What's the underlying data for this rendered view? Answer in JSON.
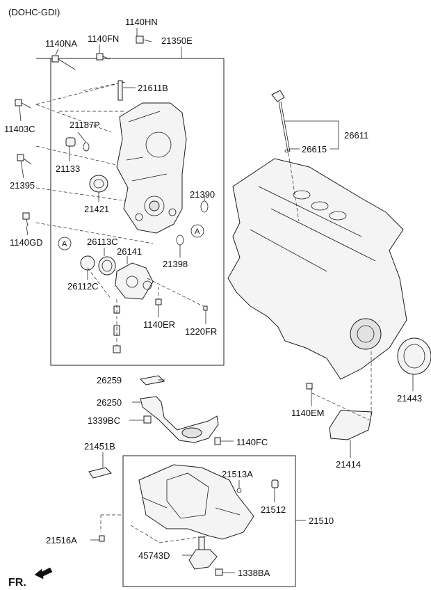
{
  "header": {
    "variant": "(DOHC-GDI)",
    "direction": "FR."
  },
  "labels": {
    "l1140HN": "1140HN",
    "l1140NA": "1140NA",
    "l1140FN": "1140FN",
    "l21350E": "21350E",
    "l21611B": "21611B",
    "l11403C": "11403C",
    "l21187P": "21187P",
    "l21133": "21133",
    "l21395": "21395",
    "l21421": "21421",
    "l21390": "21390",
    "l1140GD": "1140GD",
    "l26113C": "26113C",
    "l26141": "26141",
    "l21398": "21398",
    "l26112C": "26112C",
    "l1140ER": "1140ER",
    "l1220FR": "1220FR",
    "l26611": "26611",
    "l26615": "26615",
    "l26259": "26259",
    "l26250": "26250",
    "l1339BC": "1339BC",
    "l1140FC": "1140FC",
    "l21443": "21443",
    "l1140EM": "1140EM",
    "l21414": "21414",
    "l21451B": "21451B",
    "l21513A": "21513A",
    "l21512": "21512",
    "l21510": "21510",
    "l21516A": "21516A",
    "l45743D": "45743D",
    "l1338BA": "1338BA"
  },
  "callouts": {
    "ref_a": "A"
  }
}
